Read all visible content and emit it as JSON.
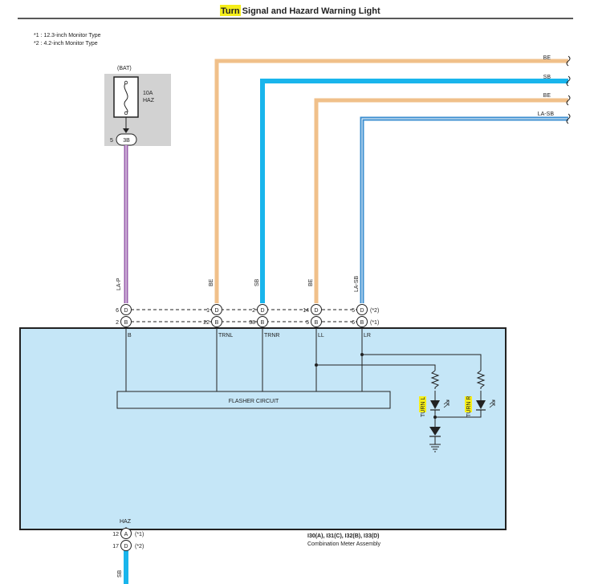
{
  "title": {
    "highlight": "Turn",
    "rest": " Signal and Hazard Warning Light",
    "highlight_color": "#f5ee1a"
  },
  "notes": [
    "*1 : 12.3-inch Monitor Type",
    "*2 : 4.2-inch Monitor Type"
  ],
  "fuse": {
    "source": "(BAT)",
    "rating": "10A",
    "name": "HAZ",
    "pin": "5",
    "connector": "3B"
  },
  "wires": [
    {
      "color_code": "LA-P",
      "hex": "#9a5fae"
    },
    {
      "color_code": "BE",
      "hex": "#f0c08a"
    },
    {
      "color_code": "SB",
      "hex": "#19b5ec"
    },
    {
      "color_code": "BE",
      "hex": "#f0c08a"
    },
    {
      "color_code": "LA-SB",
      "hex": "#3c8fd0"
    }
  ],
  "right_wire_labels": [
    "BE",
    "SB",
    "BE",
    "LA-SB"
  ],
  "pins_top": [
    {
      "pin": "6",
      "connector": "D",
      "note": ""
    },
    {
      "pin": "1",
      "connector": "D",
      "note": ""
    },
    {
      "pin": "2",
      "connector": "D",
      "note": ""
    },
    {
      "pin": "14",
      "connector": "D",
      "note": ""
    },
    {
      "pin": "5",
      "connector": "D",
      "note": "(*2)"
    }
  ],
  "pins_bottom": [
    {
      "pin": "2",
      "connector": "B",
      "note": ""
    },
    {
      "pin": "22",
      "connector": "B",
      "note": ""
    },
    {
      "pin": "38",
      "connector": "B",
      "note": ""
    },
    {
      "pin": "5",
      "connector": "B",
      "note": ""
    },
    {
      "pin": "6",
      "connector": "B",
      "note": "(*1)"
    }
  ],
  "terminals": [
    "B",
    "TRNL",
    "TRNR",
    "LL",
    "LR"
  ],
  "flasher_label": "FLASHER CIRCUIT",
  "turn_labels": [
    "TURN L",
    "TURN R"
  ],
  "bottom": {
    "wire_name": "HAZ",
    "pins": [
      {
        "pin": "12",
        "connector": "A",
        "note": "(*1)"
      },
      {
        "pin": "17",
        "connector": "D",
        "note": "(*2)"
      }
    ],
    "wire_color_code": "SB"
  },
  "assembly": {
    "connectors": "I30(A), I31(C), I32(B), I33(D)",
    "name": "Combination Meter Assembly"
  },
  "colors": {
    "meter_fill": "#c5e6f7",
    "fuse_box": "#d2d2d2",
    "wire_be": "#f0c08a",
    "wire_sb": "#19b5ec",
    "wire_la_p": "#9a5fae",
    "wire_la_sb": "#3c8fd0",
    "highlight": "#f5ee1a"
  }
}
